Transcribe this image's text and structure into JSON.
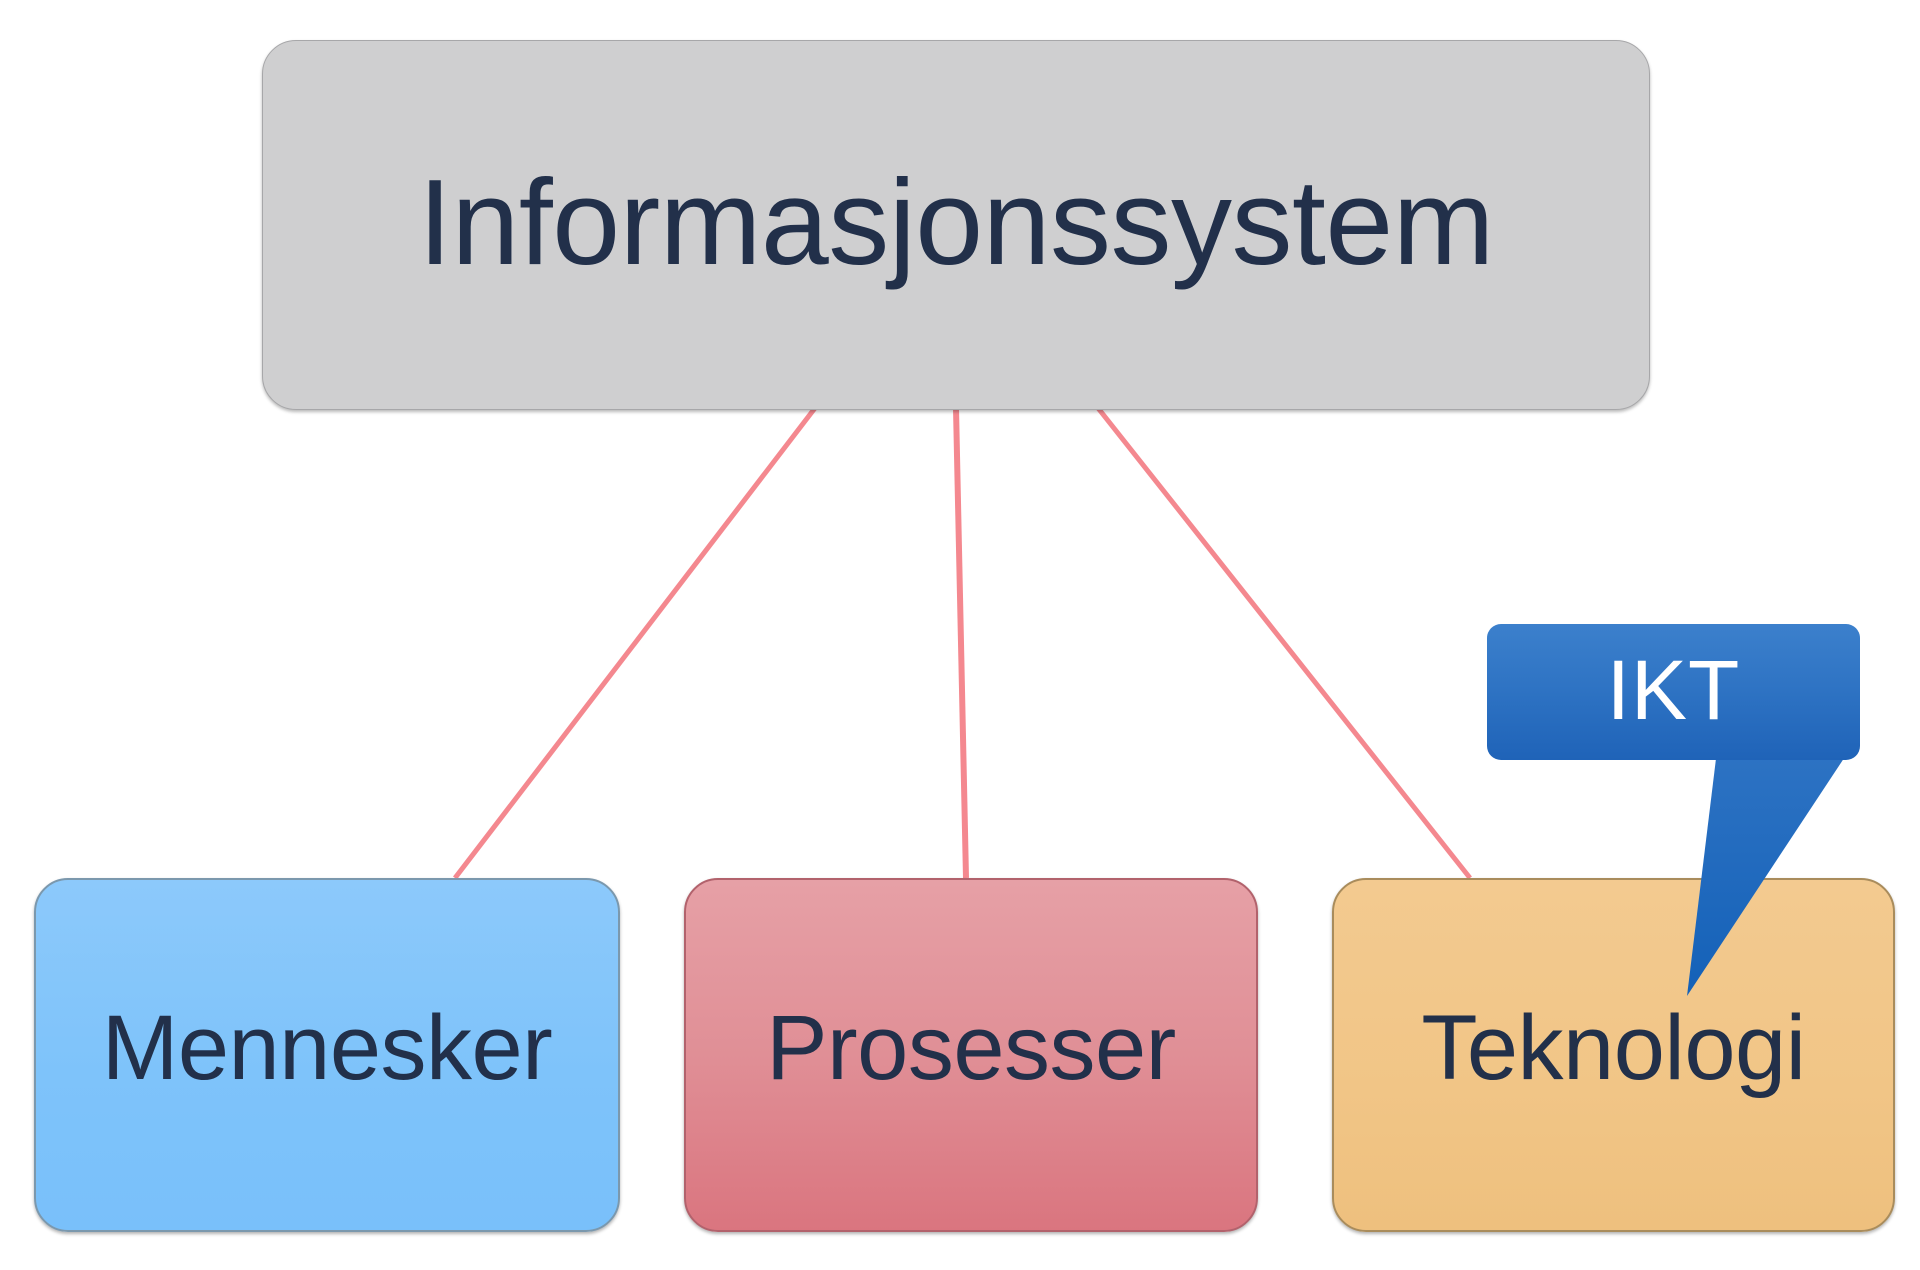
{
  "diagram": {
    "title_text": "Informasjonssystem",
    "background_color": "#ffffff",
    "root": {
      "label": "Informasjonssystem",
      "fill_color": "#cfcfd0",
      "border_color": "#a7a7a9",
      "text_color": "#22304a"
    },
    "children": [
      {
        "id": "mennesker",
        "label": "Mennesker",
        "fill_color": "#7fc4fb",
        "border_color": "#7b98ad",
        "text_color": "#22304a"
      },
      {
        "id": "prosesser",
        "label": "Prosesser",
        "fill_color": "#e09298",
        "border_color": "#b2626c",
        "text_color": "#22304a"
      },
      {
        "id": "teknologi",
        "label": "Teknologi",
        "fill_color": "#f2c686",
        "border_color": "#a98c5c",
        "text_color": "#22304a"
      }
    ],
    "callout": {
      "label": "IKT",
      "fill_color": "#2f74c4",
      "text_color": "#ffffff",
      "points_to": "teknologi"
    },
    "connector": {
      "color": "#f4888f",
      "style": "solid",
      "count": 3
    }
  }
}
